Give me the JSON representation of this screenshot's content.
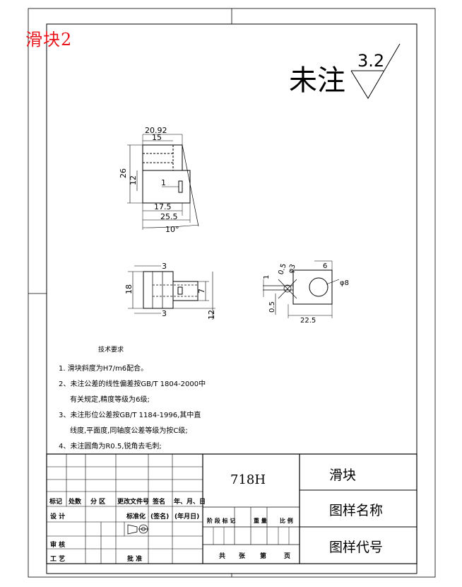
{
  "title_label": "滑块2",
  "roughness": {
    "note": "未注",
    "value": "3.2"
  },
  "front_view": {
    "dims": {
      "top_width": "20.92",
      "top_inner": "15",
      "height_total": "26",
      "height_inner": "12",
      "slot": "1",
      "bottom_a": "17.5",
      "bottom_b": "25.5",
      "angle": "10°"
    }
  },
  "bottom_left_view": {
    "dims": {
      "a": "3",
      "height": "18",
      "inner": "7",
      "b": "3",
      "c": "12"
    }
  },
  "bottom_right_view": {
    "dims": {
      "a": "1",
      "b": "0.5",
      "c": "0.5",
      "d": "φ3",
      "e": "6",
      "f": "φ8",
      "g": "22.5"
    }
  },
  "tech_requirements": {
    "heading": "技术要求",
    "lines": [
      "1. 滑块斜度为H7/m6配合。",
      "2、未注公差的线性偏差按GB/T 1804-2000中",
      "有关规定,精度等级为6级;",
      "3、未注形位公差按GB/T 1184-1996,其中直",
      "线度,平面度,同轴度公差等级为按C级;",
      "4、未注圆角为R0.5,锐角去毛刺;"
    ]
  },
  "title_block": {
    "code": "718H",
    "part_name": "滑块",
    "drawing_name": "图样名称",
    "drawing_code": "图样代号",
    "row_labels": [
      "标记",
      "处数",
      "分 区",
      "更改文件号",
      "签名",
      "年、月、日"
    ],
    "design": "设  计",
    "standardize": "标准化",
    "signature": "(签名)",
    "date": "(年月日)",
    "review": "审  核",
    "process": "工  艺",
    "approve": "批  准",
    "stage_labels": [
      "阶 段 标 记",
      "重  量",
      "比  例"
    ],
    "sheet_labels": [
      "共",
      "张",
      "第",
      "页"
    ]
  }
}
